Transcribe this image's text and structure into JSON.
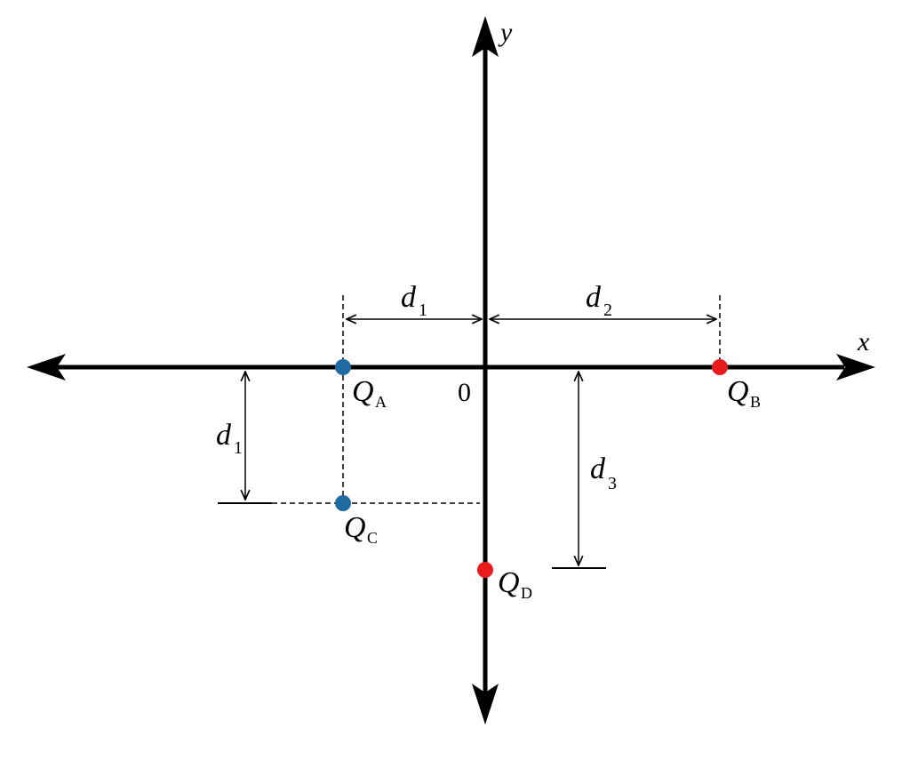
{
  "axes": {
    "x_label": "x",
    "y_label": "y",
    "origin_label": "0"
  },
  "charges": {
    "qa": {
      "main": "Q",
      "sub": "A",
      "color": "#1f6aa0"
    },
    "qb": {
      "main": "Q",
      "sub": "B",
      "color": "#e81c1c"
    },
    "qc": {
      "main": "Q",
      "sub": "C",
      "color": "#1f6aa0"
    },
    "qd": {
      "main": "Q",
      "sub": "D",
      "color": "#e81c1c"
    }
  },
  "distances": {
    "d1_top": {
      "main": "d",
      "sub": "1"
    },
    "d2": {
      "main": "d",
      "sub": "2"
    },
    "d1_left": {
      "main": "d",
      "sub": "1"
    },
    "d3": {
      "main": "d",
      "sub": "3"
    }
  }
}
